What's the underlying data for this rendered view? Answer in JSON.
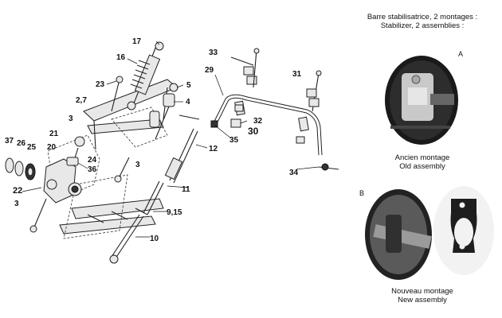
{
  "captions": {
    "title_fr": "Barre stabilisatrice, 2 montages :",
    "title_en": "Stabilizer, 2 assemblies :",
    "photo_a_letter": "A",
    "photo_b_letter": "B",
    "old_fr": "Ancien montage",
    "old_en": "Old assembly",
    "new_fr": "Nouveau montage",
    "new_en": "New assembly"
  },
  "part_labels": {
    "p17": "17",
    "p16": "16",
    "p23": "23",
    "p27": "2,7",
    "p5": "5",
    "p4": "4",
    "p33": "33",
    "p29": "29",
    "p31": "31",
    "p32": "32",
    "p30": "30",
    "p35": "35",
    "p3a": "3",
    "p21": "21",
    "p37": "37",
    "p26": "26",
    "p25": "25",
    "p20": "20",
    "p24": "24",
    "p36": "36",
    "p12": "12",
    "p3b": "3",
    "p34": "34",
    "p22": "22",
    "p11": "11",
    "p3c": "3",
    "p915": "9,15",
    "p10": "10"
  }
}
